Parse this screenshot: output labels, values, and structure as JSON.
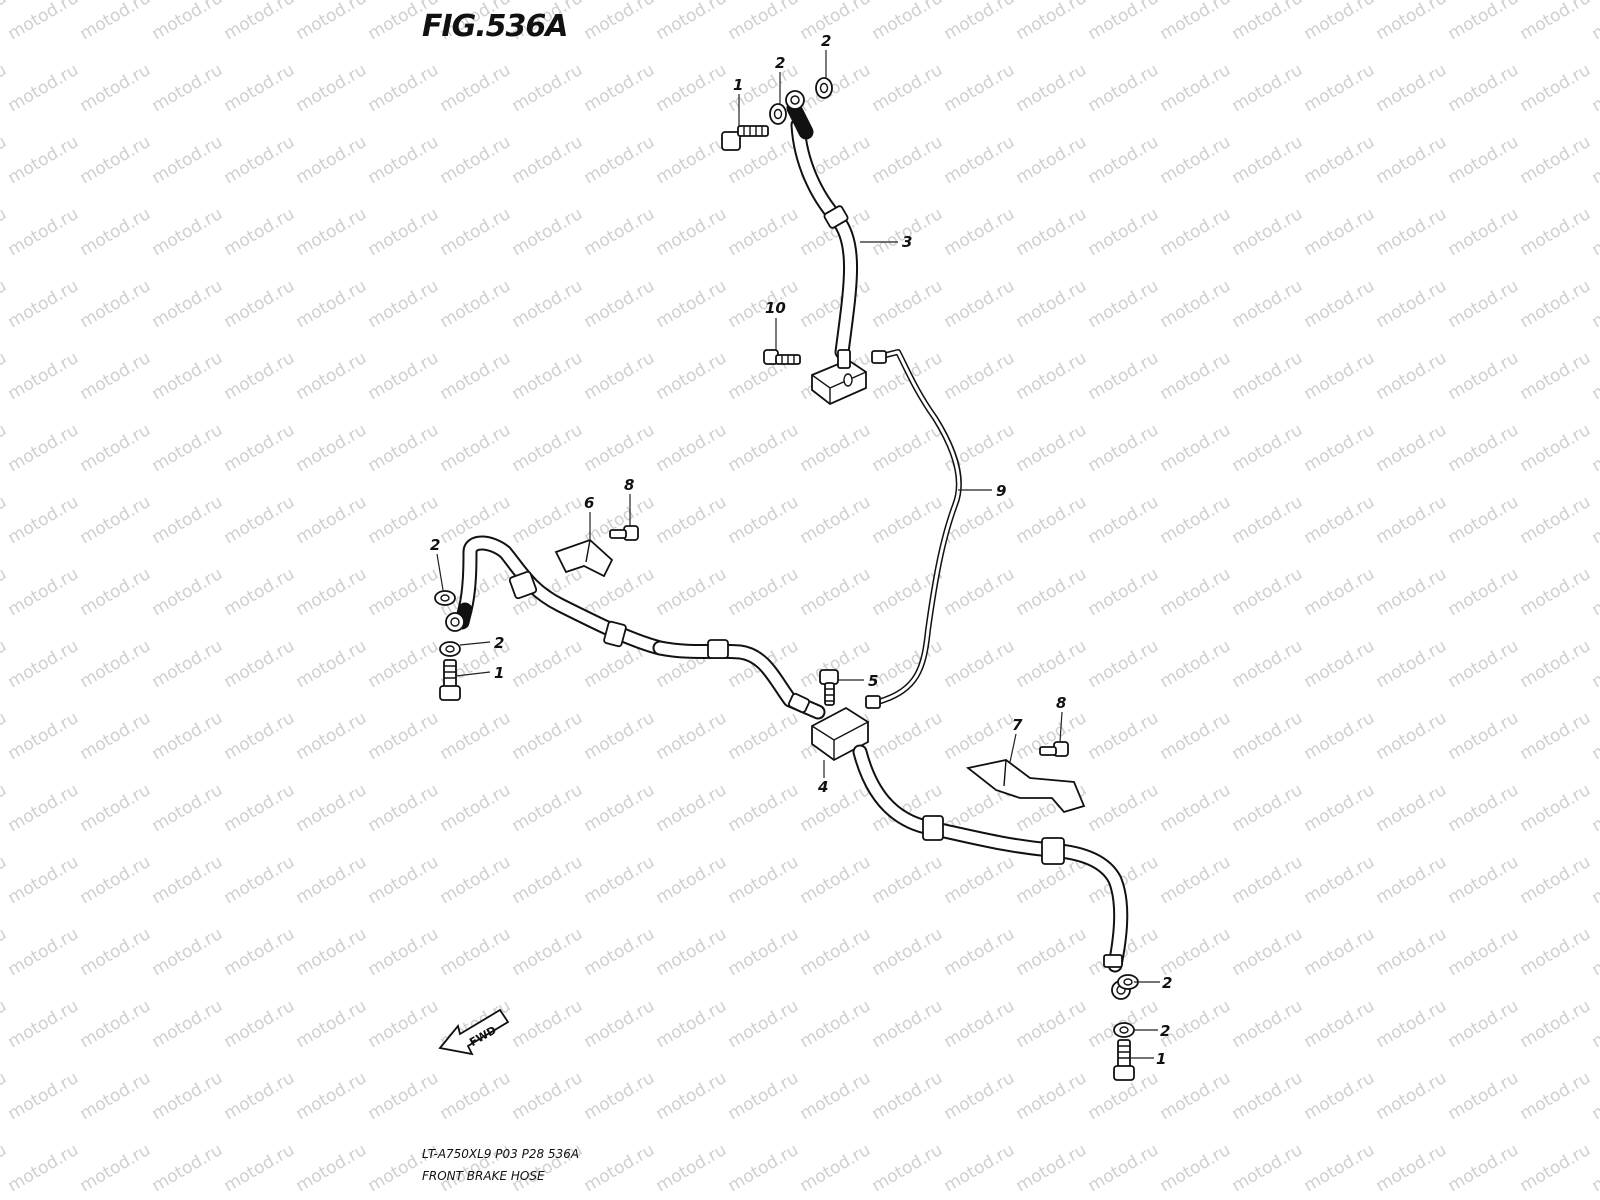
{
  "figure": {
    "title": "FIG.536A",
    "model_code": "LT-A750XL9  P03  P28  536A",
    "name": "FRONT BRAKE HOSE"
  },
  "callouts": {
    "c1_top": "1",
    "c2_top_a": "2",
    "c2_top_b": "2",
    "c3": "3",
    "c10": "10",
    "c9": "9",
    "c6": "6",
    "c8_left": "8",
    "c2_left_a": "2",
    "c2_left_b": "2",
    "c1_left": "1",
    "c5": "5",
    "c4": "4",
    "c7": "7",
    "c8_right": "8",
    "c2_right_a": "2",
    "c2_right_b": "2",
    "c1_right": "1"
  },
  "direction_arrow": {
    "label": "FWD"
  },
  "watermark": "motod.ru"
}
